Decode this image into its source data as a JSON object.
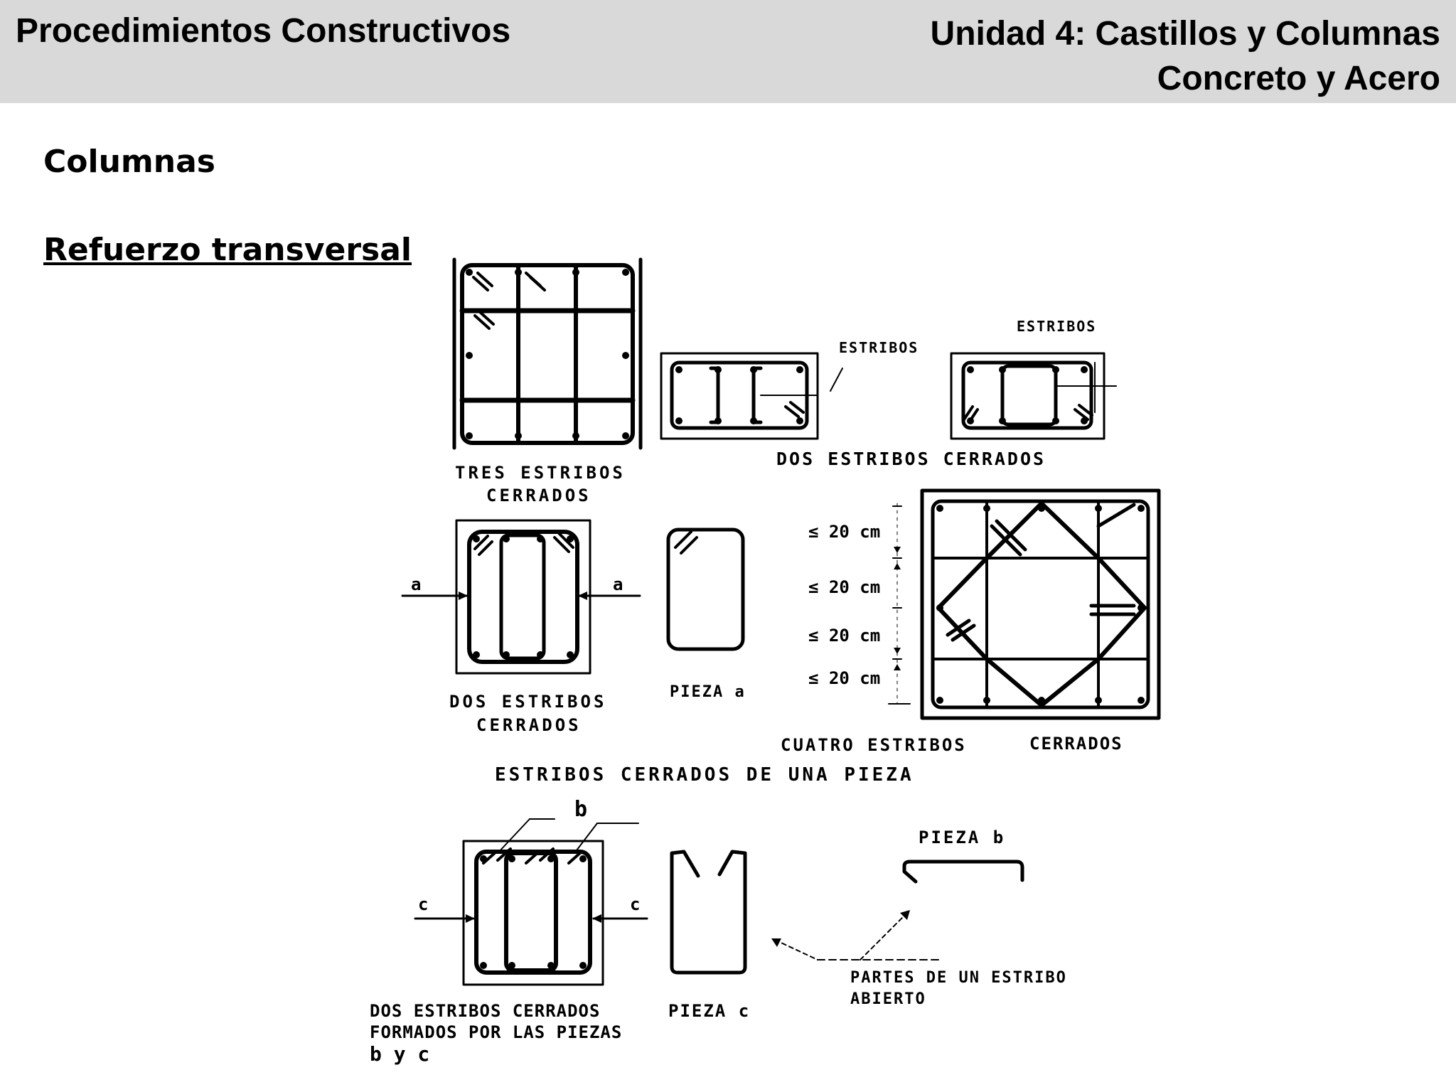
{
  "header": {
    "course": "Procedimientos Constructivos",
    "unit_line1": "Unidad 4: Castillos y Columnas",
    "unit_line2": "Concreto y Acero"
  },
  "section": {
    "title": "Columnas",
    "subtitle": "Refuerzo transversal"
  },
  "figure": {
    "tres_1": "TRES ESTRIBOS",
    "tres_2": "CERRADOS",
    "estribos_a": "ESTRIBOS",
    "estribos_b": "ESTRIBOS",
    "dos_cerrados_top": "DOS ESTRIBOS CERRADOS",
    "spacing_1": "≤ 20 cm",
    "spacing_2": "≤ 20 cm",
    "spacing_3": "≤ 20 cm",
    "spacing_4": "≤ 20 cm",
    "section_a_left": "a",
    "section_a_right": "a",
    "dos_mid_1": "DOS ESTRIBOS",
    "dos_mid_2": "CERRADOS",
    "pieza_a": "PIEZA a",
    "cuatro_1": "CUATRO ESTRIBOS",
    "cuatro_2": "CERRADOS",
    "una_pieza": "ESTRIBOS CERRADOS DE UNA PIEZA",
    "label_b": "b",
    "section_c_left": "c",
    "section_c_right": "c",
    "pieza_b": "PIEZA b",
    "partes_1": "PARTES DE UN ESTRIBO",
    "partes_2": "ABIERTO",
    "dos_bot_1": "DOS ESTRIBOS CERRADOS",
    "dos_bot_2": "FORMADOS POR LAS PIEZAS",
    "dos_bot_3": "b y c",
    "pieza_c": "PIEZA c"
  }
}
